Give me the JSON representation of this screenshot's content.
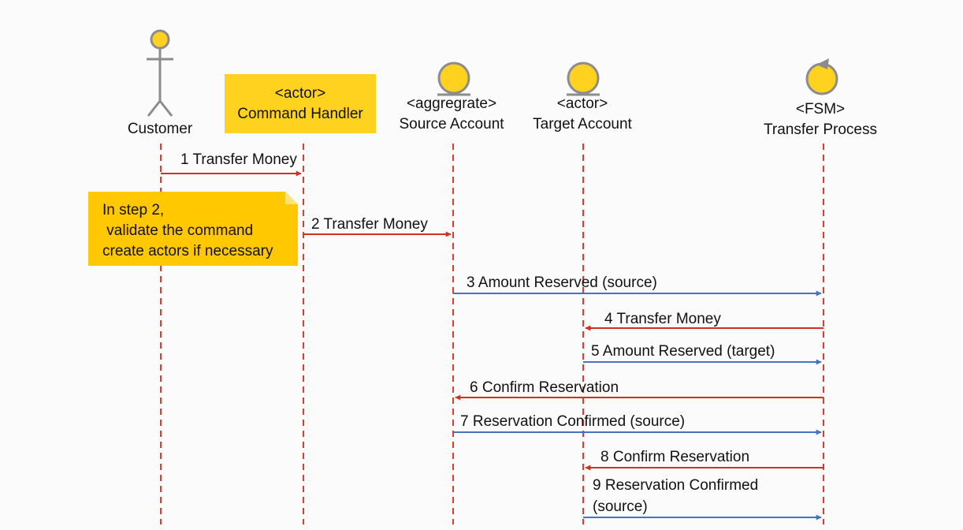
{
  "colors": {
    "background": "#fbfbfb",
    "lifeline": "#e8382c",
    "request_arrow": "#d0311f",
    "event_arrow": "#4672c4",
    "yellow": "#ffd21f",
    "note_yellow": "#ffc800",
    "figure_gray": "#8c8c8c"
  },
  "participants": [
    {
      "id": "customer",
      "kind": "stick-figure-icon",
      "lines": [
        "Customer"
      ]
    },
    {
      "id": "command-handler",
      "kind": "box",
      "lines": [
        "<actor>",
        "Command Handler"
      ]
    },
    {
      "id": "source-account",
      "kind": "entity-icon",
      "lines": [
        "<aggregrate>",
        "Source Account"
      ]
    },
    {
      "id": "target-account",
      "kind": "entity-icon",
      "lines": [
        "<actor>",
        "Target Account"
      ]
    },
    {
      "id": "transfer-process",
      "kind": "control-icon",
      "lines": [
        "<FSM>",
        "Transfer Process"
      ]
    }
  ],
  "note": {
    "lines": [
      "In step 2,",
      " validate the command",
      "create actors if necessary"
    ]
  },
  "messages": [
    {
      "from": "customer",
      "to": "command-handler",
      "kind": "request",
      "lines": [
        "1 Transfer Money"
      ]
    },
    {
      "from": "command-handler",
      "to": "source-account",
      "kind": "request",
      "lines": [
        "2 Transfer Money"
      ]
    },
    {
      "from": "source-account",
      "to": "transfer-process",
      "kind": "event",
      "lines": [
        "3 Amount Reserved (source)"
      ]
    },
    {
      "from": "transfer-process",
      "to": "target-account",
      "kind": "request",
      "lines": [
        "4 Transfer Money"
      ]
    },
    {
      "from": "target-account",
      "to": "transfer-process",
      "kind": "event",
      "lines": [
        "5 Amount Reserved (target)"
      ]
    },
    {
      "from": "transfer-process",
      "to": "source-account",
      "kind": "request",
      "lines": [
        "6 Confirm Reservation"
      ]
    },
    {
      "from": "source-account",
      "to": "transfer-process",
      "kind": "event",
      "lines": [
        "7 Reservation Confirmed (source)"
      ]
    },
    {
      "from": "transfer-process",
      "to": "target-account",
      "kind": "request",
      "lines": [
        "8 Confirm Reservation"
      ]
    },
    {
      "from": "target-account",
      "to": "transfer-process",
      "kind": "event",
      "lines": [
        "9 Reservation Confirmed",
        "(source)"
      ]
    }
  ]
}
